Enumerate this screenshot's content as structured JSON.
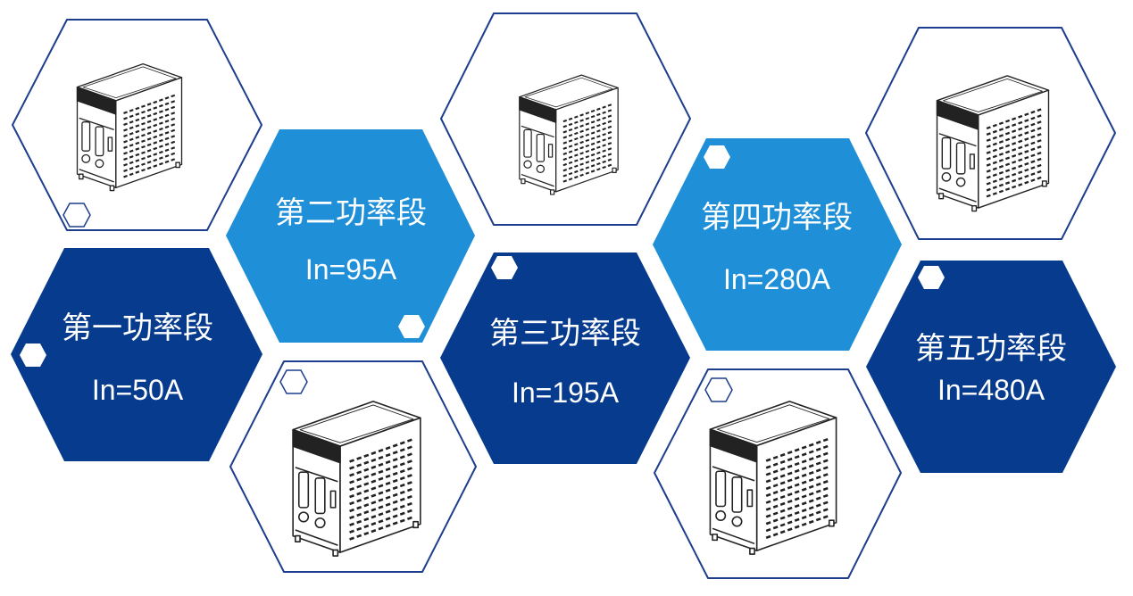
{
  "colors": {
    "dark_segment": "#073b8e",
    "light_segment": "#1f8fd8",
    "outline": "#1d3e8e",
    "text": "#ffffff"
  },
  "segments": [
    {
      "title": "第一功率段",
      "current": "In=50A"
    },
    {
      "title": "第二功率段",
      "current": "In=95A"
    },
    {
      "title": "第三功率段",
      "current": "In=195A"
    },
    {
      "title": "第四功率段",
      "current": "In=280A"
    },
    {
      "title": "第五功率段",
      "current": "In=480A"
    }
  ],
  "devices": [
    {
      "icon": "power-cabinet-icon"
    },
    {
      "icon": "power-cabinet-icon"
    },
    {
      "icon": "power-cabinet-icon"
    },
    {
      "icon": "power-cabinet-icon"
    },
    {
      "icon": "power-cabinet-icon"
    }
  ]
}
